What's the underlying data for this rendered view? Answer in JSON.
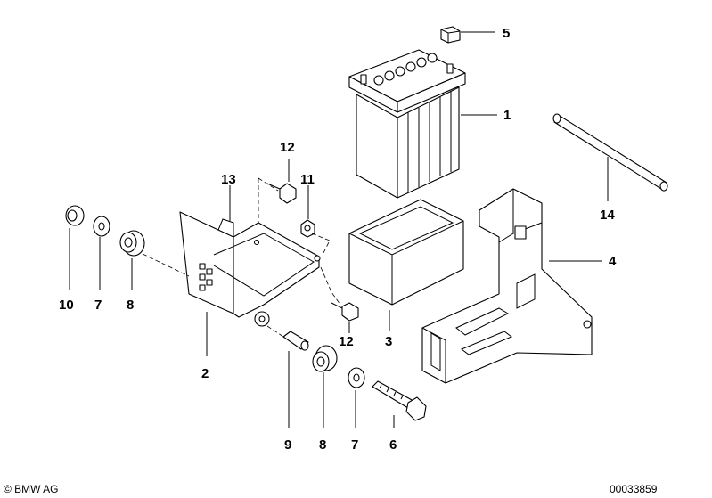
{
  "diagram": {
    "callouts": [
      {
        "id": "c1",
        "label": "1"
      },
      {
        "id": "c2",
        "label": "2"
      },
      {
        "id": "c3",
        "label": "3"
      },
      {
        "id": "c4",
        "label": "4"
      },
      {
        "id": "c5",
        "label": "5"
      },
      {
        "id": "c6",
        "label": "6"
      },
      {
        "id": "c7a",
        "label": "7"
      },
      {
        "id": "c7b",
        "label": "7"
      },
      {
        "id": "c8a",
        "label": "8"
      },
      {
        "id": "c8b",
        "label": "8"
      },
      {
        "id": "c9",
        "label": "9"
      },
      {
        "id": "c10",
        "label": "10"
      },
      {
        "id": "c11",
        "label": "11"
      },
      {
        "id": "c12a",
        "label": "12"
      },
      {
        "id": "c12b",
        "label": "12"
      },
      {
        "id": "c13",
        "label": "13"
      },
      {
        "id": "c14",
        "label": "14"
      }
    ]
  },
  "footer": {
    "copyright": "© BMW AG",
    "drawing_number": "00033859"
  }
}
